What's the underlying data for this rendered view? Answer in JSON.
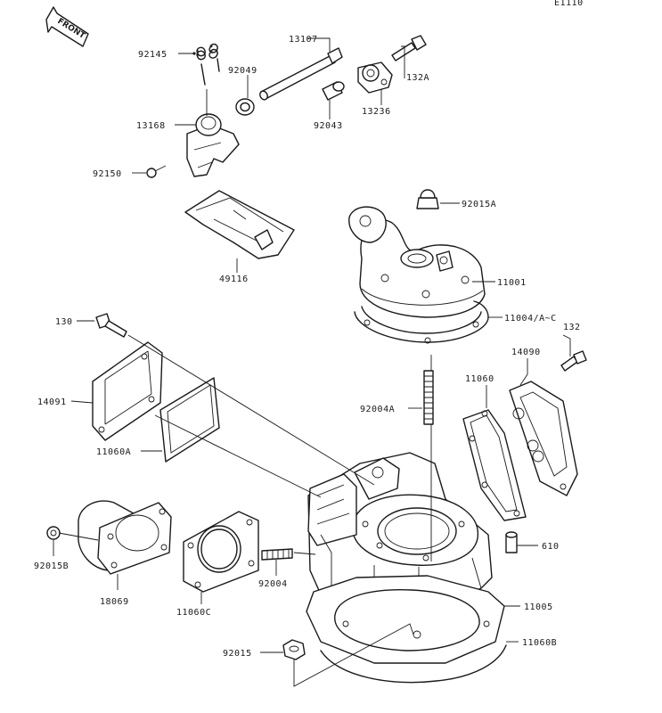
{
  "corner_code": "E1110",
  "front_badge": "FRONT",
  "labels": {
    "p92145": "92145",
    "p13107": "13107",
    "p92049": "92049",
    "p132A": "132A",
    "p13236": "13236",
    "p92043": "92043",
    "p13168": "13168",
    "p92150": "92150",
    "p92015A": "92015A",
    "p49116": "49116",
    "p11001": "11001",
    "p11004": "11004/A~C",
    "p130": "130",
    "p132": "132",
    "p14090": "14090",
    "p14091": "14091",
    "p11060": "11060",
    "p92004A": "92004A",
    "p11060A": "11060A",
    "p92015B": "92015B",
    "p610": "610",
    "p92004": "92004",
    "p18069": "18069",
    "p11060C": "11060C",
    "p11005": "11005",
    "p92015": "92015",
    "p11060B": "11060B"
  }
}
